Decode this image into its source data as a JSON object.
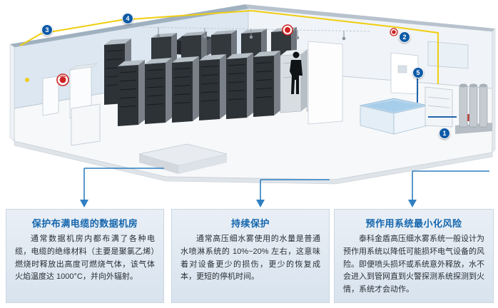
{
  "illustration": {
    "badges": [
      "1",
      "2",
      "3",
      "4",
      "5"
    ],
    "icons": [
      "fire-alarm-icon",
      "sprinkler-icon",
      "person-figure",
      "water-basin",
      "gas-cylinders",
      "server-racks",
      "cable-line",
      "flow-arrow"
    ]
  },
  "panels": [
    {
      "title": "保护布满电缆的数据机房",
      "body": "通常数据机房内都布满了各种电缆，电缆的绝缘材料（主要是聚氯乙烯）燃烧时释放出高度可燃烧气体，该气体火焰温度达 1000°C，并向外辐射。"
    },
    {
      "title": "持续保护",
      "body": "通常高压细水雾使用的水量是普通水喷淋系统的 10%~20% 左右，这意味着对设备更少的损伤，更少的恢复成本，更短的停机时间。"
    },
    {
      "title": "预作用系统最小化风险",
      "body": "泰科金盾高压细水雾系统一般设计为预作用系统以降低可能损坏电气设备的风险。即便喷头损坏或系统意外释放，水不会进入到管网直到火警探测系统探测到火情，系统才会动作。"
    }
  ],
  "colors": {
    "title_blue": "#1566ad",
    "badge_blue": "#0d5aa7",
    "arrow_blue": "#2f7fc1",
    "cable_yellow": "#f0cd0f",
    "alarm_red": "#cc2222",
    "water_blue": "#a6cdea",
    "panel_bg": "#dde6ef"
  }
}
